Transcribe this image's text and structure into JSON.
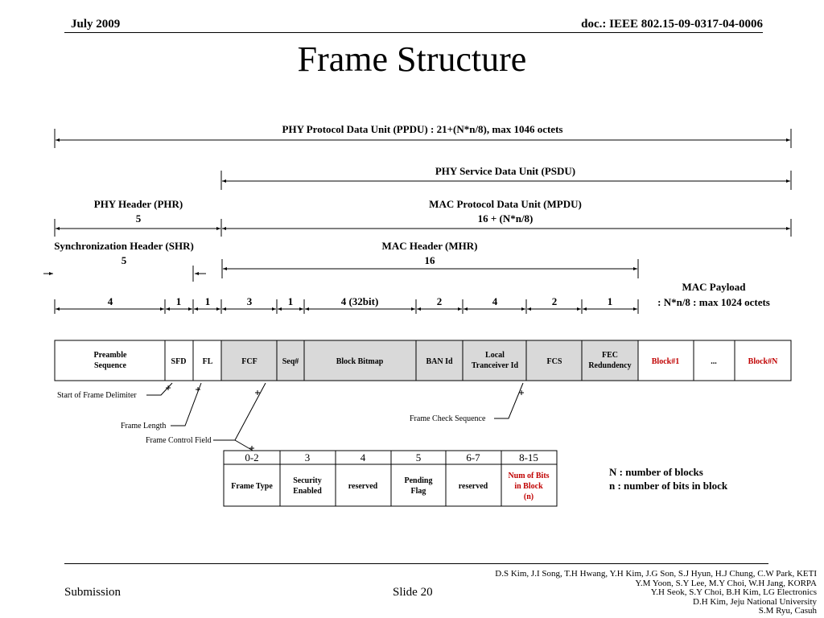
{
  "header": {
    "date": "July 2009",
    "doc": "doc.: IEEE 802.15-09-0317-04-0006"
  },
  "title": "Frame Structure",
  "spans": {
    "ppdu": "PHY Protocol Data Unit (PPDU) : 21+(N*n/8), max 1046 octets",
    "psdu": "PHY Service Data Unit (PSDU)",
    "phr_1": "PHY Header (PHR)",
    "phr_2": "5",
    "mpdu_1": "MAC Protocol Data Unit (MPDU)",
    "mpdu_2": "16 + (N*n/8)",
    "shr_1": "Synchronization Header (SHR)",
    "shr_2": "5",
    "mhr_1": "MAC Header (MHR)",
    "mhr_2": "16",
    "payload_1": "MAC Payload",
    "payload_2": ": N*n/8 : max 1024 octets"
  },
  "sizes": [
    "4",
    "1",
    "1",
    "3",
    "1",
    "4 (32bit)",
    "2",
    "4",
    "2",
    "1"
  ],
  "fields": {
    "preamble": [
      "Preamble",
      "Sequence"
    ],
    "sfd": "SFD",
    "fl": "FL",
    "fcf": "FCF",
    "seq": "Seq#",
    "bitmap": "Block Bitmap",
    "banid": "BAN Id",
    "local": [
      "Local",
      "Tranceiver Id"
    ],
    "fcs": "FCS",
    "fec": [
      "FEC",
      "Redundency"
    ],
    "block1": "Block#1",
    "dots": "...",
    "blockn": "Block#N"
  },
  "callouts": {
    "sfd": "Start of Frame Delimiter",
    "fl": "Frame Length",
    "fcf": "Frame Control Field",
    "fcs": "Frame Check Sequence"
  },
  "fcf_table": {
    "bits": [
      "0-2",
      "3",
      "4",
      "5",
      "6-7",
      "8-15"
    ],
    "frame_type": [
      "Frame Type"
    ],
    "security": [
      "Security",
      "Enabled"
    ],
    "reserved1": [
      "reserved"
    ],
    "pending": [
      "Pending",
      "Flag"
    ],
    "reserved2": [
      "reserved"
    ],
    "numbits": [
      "Num of Bits",
      "in Block",
      "(n)"
    ]
  },
  "legend": {
    "N": "N : number of blocks",
    "n": "n : number of bits in block"
  },
  "footer": {
    "left": "Submission",
    "slide": "Slide 20",
    "authors": [
      "D.S Kim, J.I Song, T.H Hwang, Y.H Kim, J.G Son, S.J Hyun, H.J Chung, C.W Park, KETI",
      "Y.M Yoon, S.Y Lee, M.Y Choi, W.H Jang, KORPA",
      "Y.H Seok, S.Y Choi, B.H Kim, LG Electronics",
      "D.H Kim, Jeju National University",
      "S.M Ryu, Casuh"
    ]
  },
  "colors": {
    "shaded": "#d9d9d9",
    "payload_text": "#c00000",
    "line": "#000000"
  }
}
